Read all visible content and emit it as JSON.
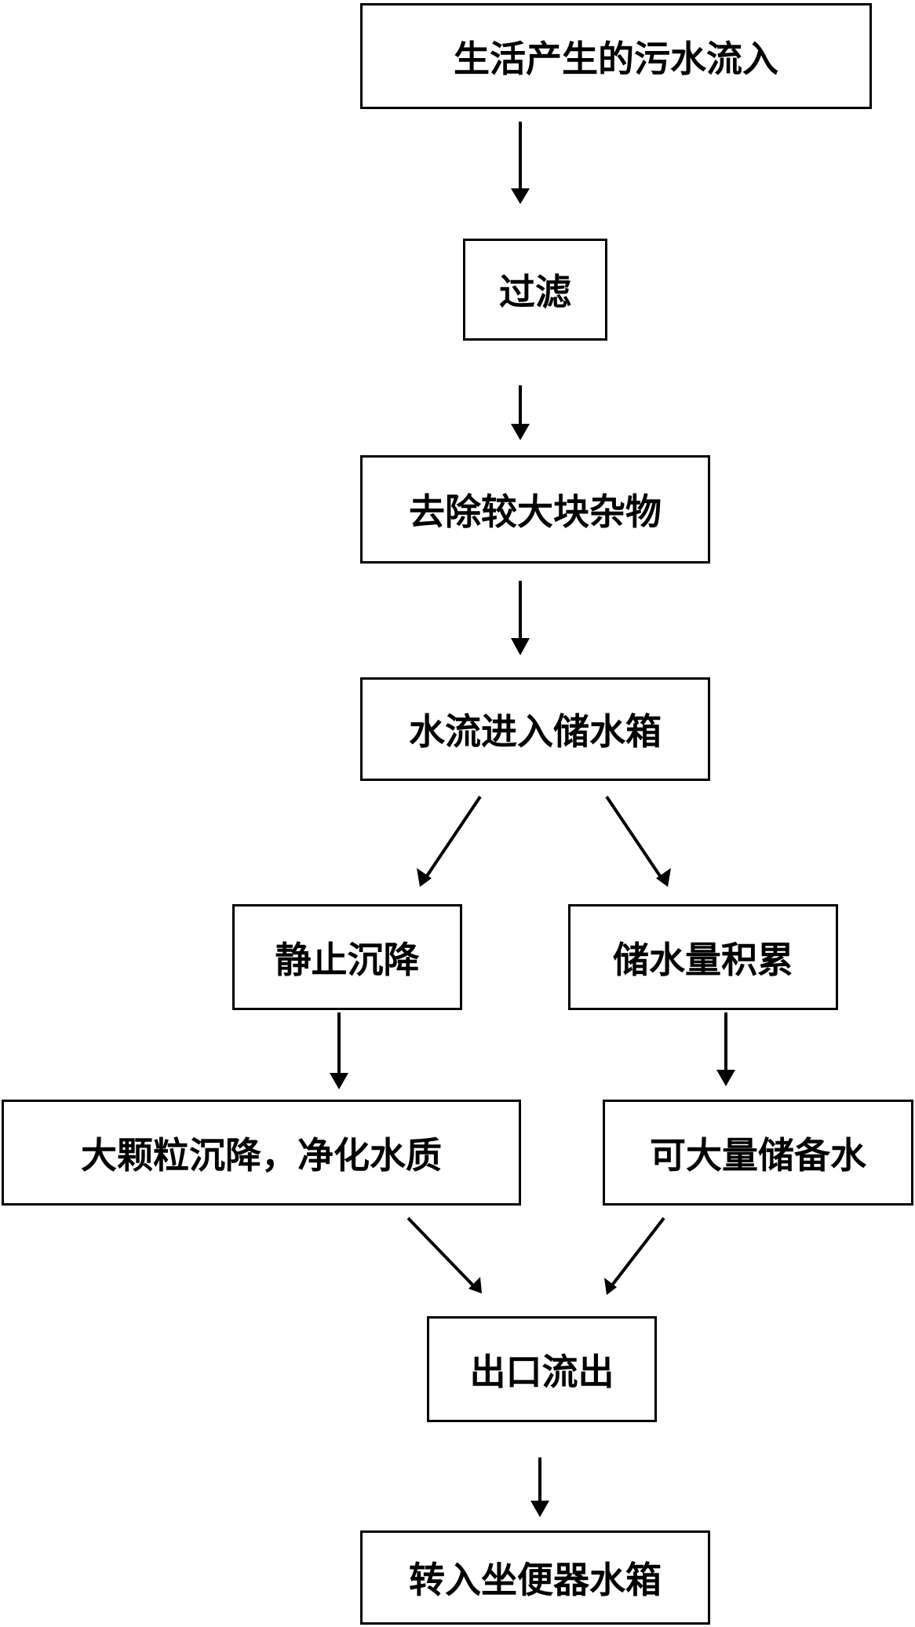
{
  "flowchart": {
    "nodes": [
      {
        "id": "inflow",
        "label": "生活产生的污水流入"
      },
      {
        "id": "filter",
        "label": "过滤"
      },
      {
        "id": "remove",
        "label": "去除较大块杂物"
      },
      {
        "id": "tank",
        "label": "水流进入储水箱"
      },
      {
        "id": "settle",
        "label": "静止沉降"
      },
      {
        "id": "accumulate",
        "label": "储水量积累"
      },
      {
        "id": "purify",
        "label": "大颗粒沉降，净化水质"
      },
      {
        "id": "store",
        "label": "可大量储备水"
      },
      {
        "id": "outlet",
        "label": "出口流出"
      },
      {
        "id": "toilet",
        "label": "转入坐便器水箱"
      }
    ],
    "edges": [
      {
        "from": "inflow",
        "to": "filter"
      },
      {
        "from": "filter",
        "to": "remove"
      },
      {
        "from": "remove",
        "to": "tank"
      },
      {
        "from": "tank",
        "to": "settle"
      },
      {
        "from": "tank",
        "to": "accumulate"
      },
      {
        "from": "settle",
        "to": "purify"
      },
      {
        "from": "accumulate",
        "to": "store"
      },
      {
        "from": "purify",
        "to": "outlet"
      },
      {
        "from": "store",
        "to": "outlet"
      },
      {
        "from": "outlet",
        "to": "toilet"
      }
    ]
  }
}
